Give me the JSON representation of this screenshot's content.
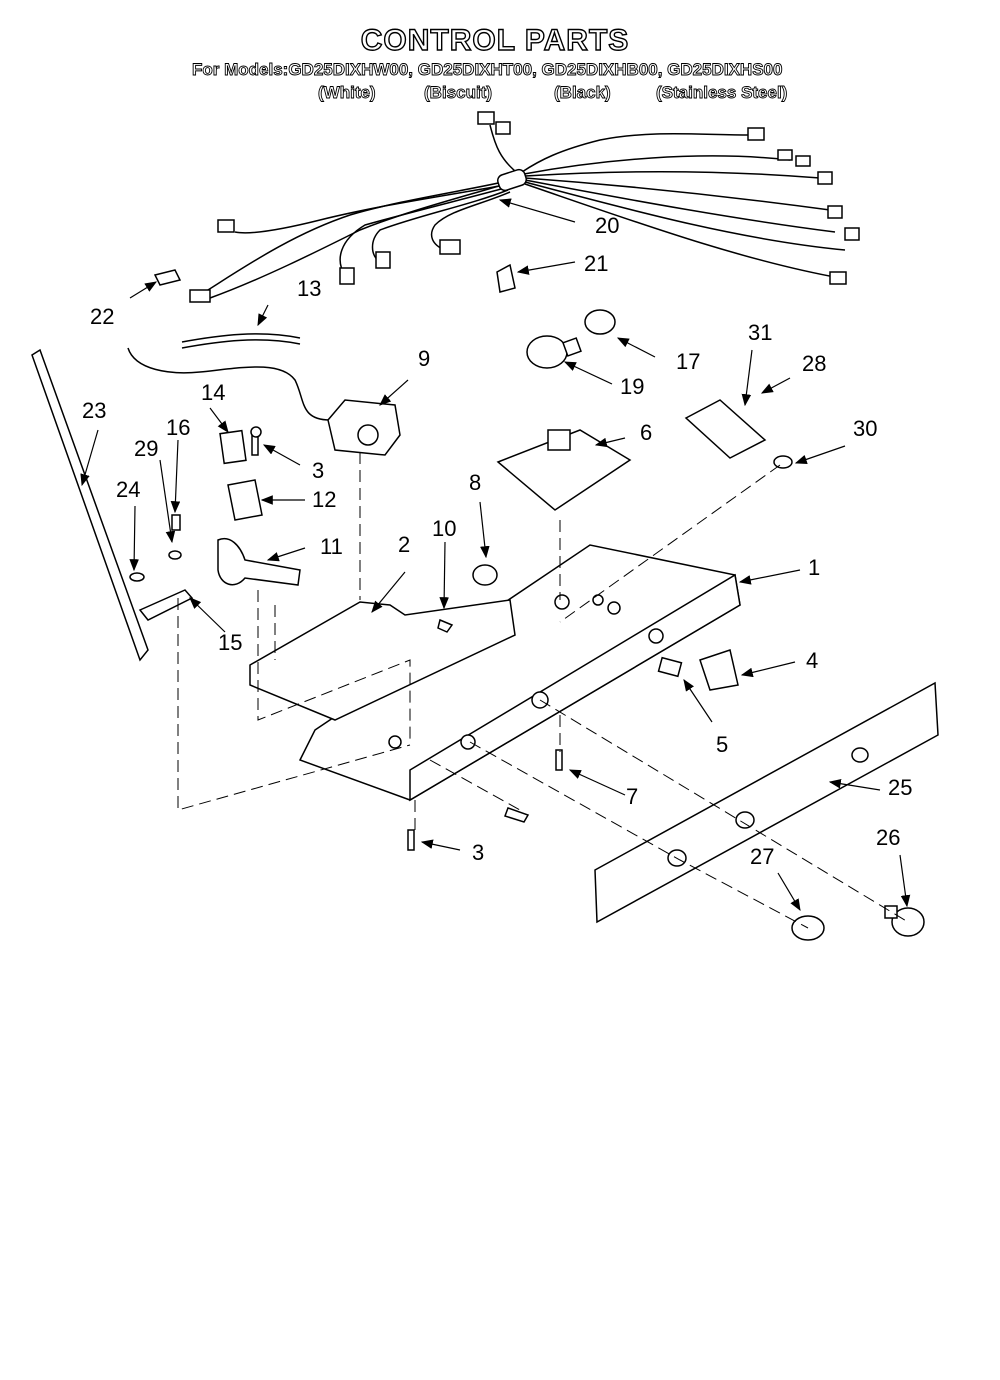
{
  "header": {
    "title": "CONTROL PARTS",
    "models_line": "For Models:GD25DIXHW00, GD25DIXHT00, GD25DIXHB00, GD25DIXHS00",
    "variants": [
      "(White)",
      "(Biscuit)",
      "(Black)",
      "(Stainless Steel)"
    ]
  },
  "callouts": [
    "1",
    "2",
    "3",
    "3",
    "4",
    "5",
    "6",
    "7",
    "8",
    "9",
    "10",
    "11",
    "12",
    "13",
    "14",
    "15",
    "16",
    "17",
    "19",
    "20",
    "21",
    "22",
    "23",
    "24",
    "25",
    "26",
    "27",
    "28",
    "29",
    "30",
    "31"
  ]
}
